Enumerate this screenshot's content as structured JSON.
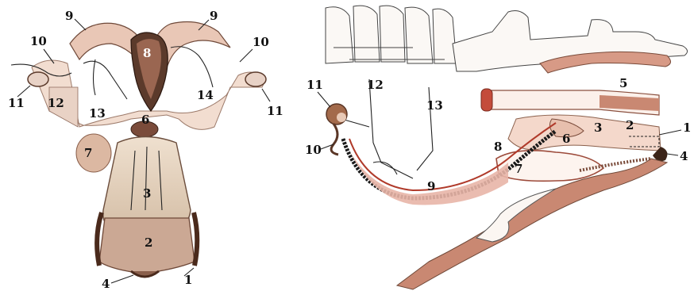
{
  "left_figure": {
    "labels": {
      "n1": "1",
      "n2": "2",
      "n3": "3",
      "n4": "4",
      "n6": "6",
      "n7": "7",
      "n8": "8",
      "n9a": "9",
      "n9b": "9",
      "n10a": "10",
      "n10b": "10",
      "n11a": "11",
      "n11b": "11",
      "n12": "12",
      "n13": "13",
      "n14": "14"
    }
  },
  "right_figure": {
    "labels": {
      "n1": "1",
      "n2": "2",
      "n3": "3",
      "n4": "4",
      "n5": "5",
      "n6": "6",
      "n7": "7",
      "n8": "8",
      "n9": "9",
      "n10": "10",
      "n11": "11",
      "n12": "12",
      "n13": "13"
    }
  },
  "colors": {
    "tissue": "#f3dcd0",
    "muscle": "#c98872",
    "dark": "#3b2418",
    "red": "#c0392b",
    "bone": "#fbf6f2"
  }
}
